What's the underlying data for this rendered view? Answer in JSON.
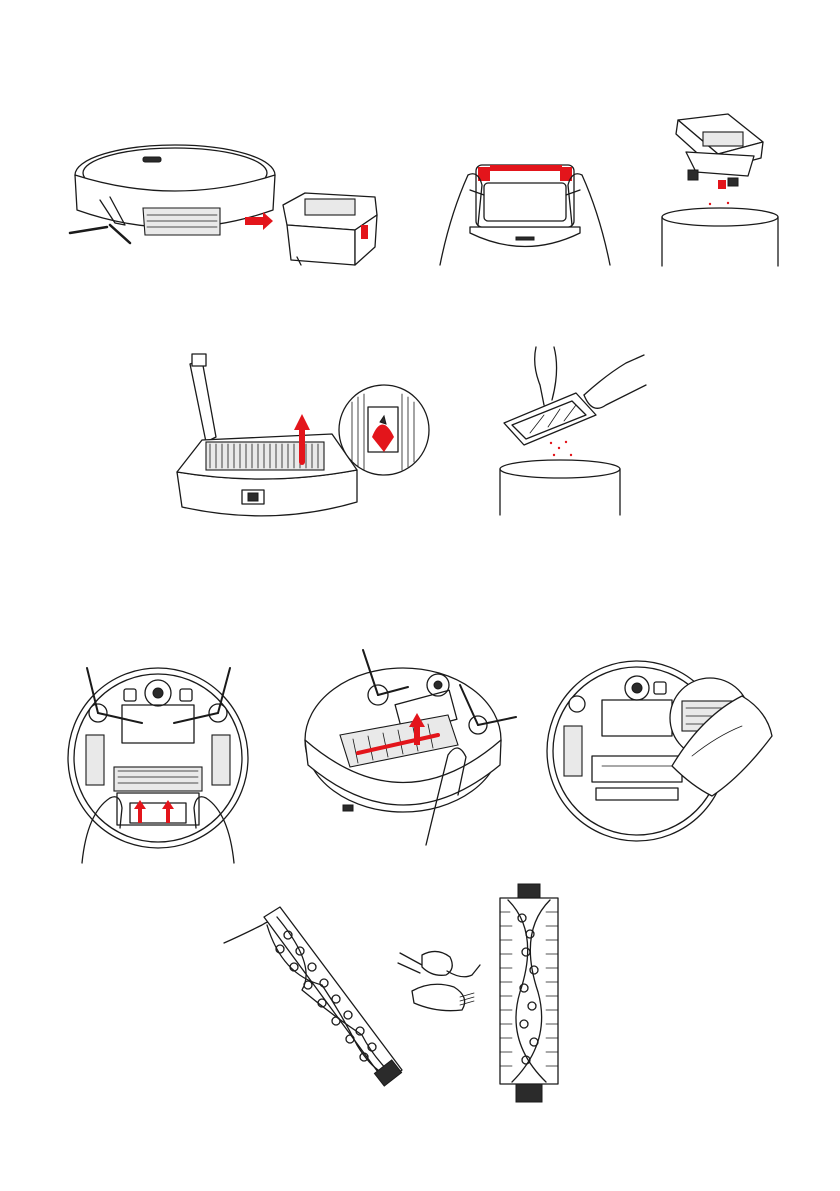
{
  "colors": {
    "accent": "#e3151b",
    "line": "#1a1a1a",
    "background": "#ffffff"
  },
  "figures": [
    {
      "id": "fig-remove-dustbin",
      "icon": "robot-dustbin-removal-illustration"
    },
    {
      "id": "fig-open-dustbin-lid",
      "icon": "hands-opening-dustbin-illustration"
    },
    {
      "id": "fig-empty-dustbin",
      "icon": "dustbin-emptying-into-trash-illustration"
    },
    {
      "id": "fig-remove-filter",
      "icon": "filter-removal-illustration"
    },
    {
      "id": "fig-tap-filter",
      "icon": "filter-tapping-illustration"
    },
    {
      "id": "fig-unlock-brush-cover",
      "icon": "brush-cover-release-illustration"
    },
    {
      "id": "fig-lift-main-brush",
      "icon": "main-brush-lift-illustration"
    },
    {
      "id": "fig-wipe-brush-chamber",
      "icon": "brush-chamber-wipe-illustration"
    },
    {
      "id": "fig-cut-hair-from-brush",
      "icon": "brush-hair-cutting-illustration"
    },
    {
      "id": "fig-main-brush-clean",
      "icon": "main-brush-illustration"
    }
  ]
}
